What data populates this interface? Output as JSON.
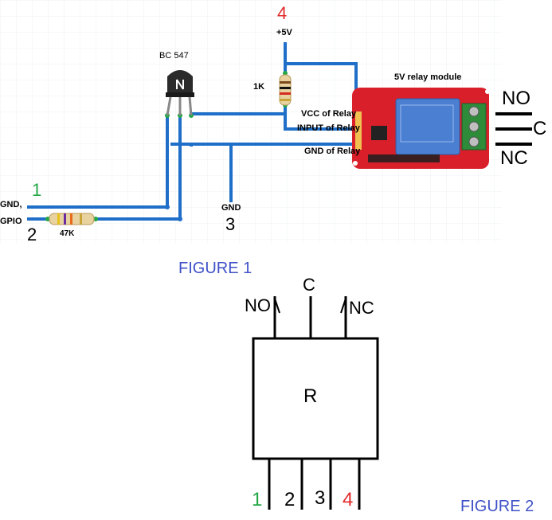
{
  "figure1": {
    "caption": "FIGURE 1",
    "transistor_label": "BC 547",
    "resistor_1k_label": "1K",
    "resistor_47k_label": "47K",
    "supply_label": "+5V",
    "relay_module_label": "5V relay module",
    "relay_vcc_label": "VCC of Relay",
    "relay_input_label": "INPUT of Relay",
    "relay_gnd_label": "GND of Relay",
    "gnd_left_label": "GND,",
    "gpio_label": "GPIO",
    "gnd_bottom_label": "GND",
    "terminal_no": "NO",
    "terminal_c": "C",
    "terminal_nc": "NC",
    "pin_markers": [
      "1",
      "2",
      "3",
      "4"
    ],
    "colors": {
      "wire": "#1f6fc9",
      "green": "#22a845",
      "red": "#e22b2b",
      "caption": "#3f51c7",
      "relay_board": "#d91f2a"
    }
  },
  "figure2": {
    "caption": "FIGURE 2",
    "box_label": "R",
    "terminal_no": "NO",
    "terminal_c": "C",
    "terminal_nc": "NC",
    "pins": [
      "1",
      "2",
      "3",
      "4"
    ]
  }
}
